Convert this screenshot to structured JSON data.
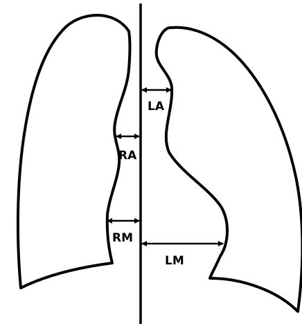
{
  "diagram": {
    "labels": {
      "la": "LA",
      "ra": "RA",
      "rm": "RM",
      "lm": "LM"
    },
    "colors": {
      "stroke": "#000000",
      "background": "#ffffff"
    }
  }
}
